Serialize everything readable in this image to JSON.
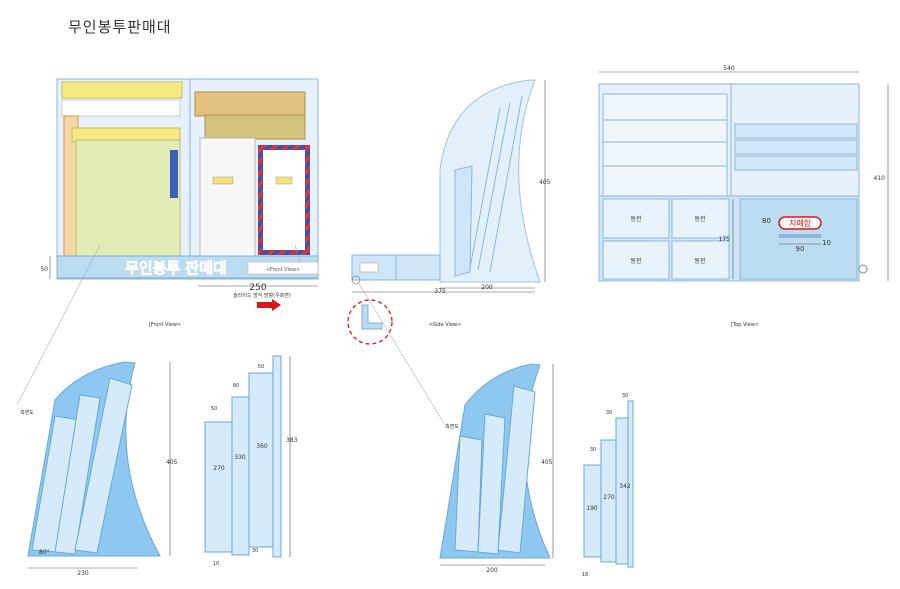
{
  "title": "무인봉투판매대",
  "front": {
    "banner": "무인봉투 판매대",
    "width_dim": "250",
    "height_dim": "50",
    "slide_note": "슬라이드 방식 방향(우측면)",
    "sub_label": "<Front View>",
    "view_label": "[Front View>"
  },
  "side": {
    "height_dim": "405",
    "depth_dim": "200",
    "base_dim": "375",
    "view_label": "<Side View>"
  },
  "top": {
    "width_dim": "540",
    "height_dim": "410",
    "cell_label": "동전",
    "inner_height_dim": "175",
    "slot_height_dim": "80",
    "slot_width_dim": "90",
    "slot_depth_dim": "10",
    "slot_label": "지폐함",
    "view_label": "[Top View>"
  },
  "detail1": {
    "label": "측면도",
    "height_dim": "405",
    "width_dim": "230",
    "angle": "80°",
    "step_top_dims": [
      "50",
      "80",
      "50"
    ],
    "panel_dims": [
      "270",
      "330",
      "360"
    ],
    "total_dim": "383",
    "bottom_dims": [
      "10",
      "30"
    ]
  },
  "detail2": {
    "label": "측면도",
    "height_dim": "405",
    "width_dim": "200",
    "step_dims": [
      "30",
      "30",
      "30"
    ],
    "panel_dims": [
      "190",
      "270",
      "342"
    ],
    "bottom_dim": "18"
  }
}
